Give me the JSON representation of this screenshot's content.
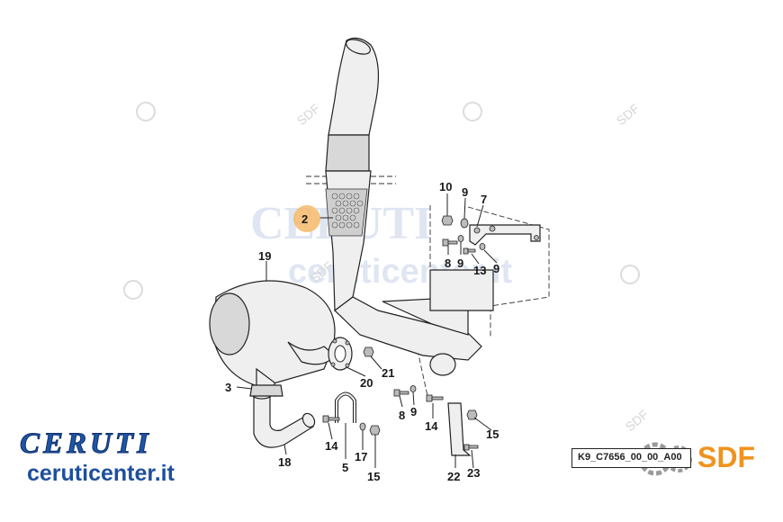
{
  "watermark": {
    "brand": "CERUTI",
    "site": "ceruticenter.it",
    "small_mark": "SDF"
  },
  "callouts": {
    "c2": "2",
    "c3": "3",
    "c5": "5",
    "c7": "7",
    "c8a": "8",
    "c8b": "8",
    "c9a": "9",
    "c9b": "9",
    "c9c": "9",
    "c9d": "9",
    "c10": "10",
    "c13": "13",
    "c14a": "14",
    "c14b": "14",
    "c15a": "15",
    "c15b": "15",
    "c17": "17",
    "c18": "18",
    "c19": "19",
    "c20": "20",
    "c21": "21",
    "c22": "22",
    "c23": "23"
  },
  "highlight": {
    "color": "#f5b86a",
    "callout": "2"
  },
  "reference_code": "K9_C7656_00_00_A00",
  "logos": {
    "ceruti": "CERUTI",
    "ceruti_site": "ceruticenter.it",
    "sdf": "SDF",
    "ceruti_color": "#1f55a6",
    "sdf_color": "#f0931e"
  }
}
